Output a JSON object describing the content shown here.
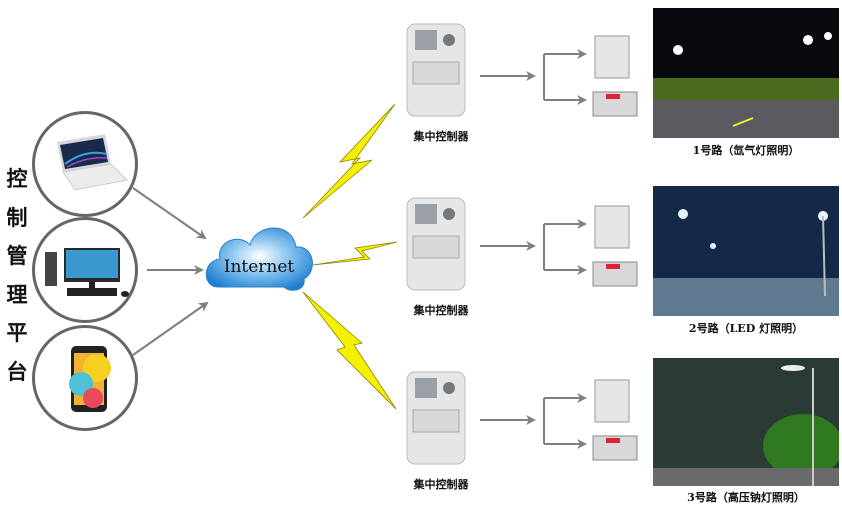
{
  "platform_label": [
    "控",
    "制",
    "管",
    "理",
    "平",
    "台"
  ],
  "devices": [
    {
      "name": "laptop"
    },
    {
      "name": "desktop-computer"
    },
    {
      "name": "smartphone"
    }
  ],
  "cloud": {
    "label": "Internet"
  },
  "controllers": [
    {
      "label": "集中控制器"
    },
    {
      "label": "集中控制器"
    },
    {
      "label": "集中控制器"
    }
  ],
  "roads": [
    {
      "caption": "1号路（氙气灯照明）",
      "scene": "night-road-xenon"
    },
    {
      "caption": "2号路（LED 灯照明）",
      "scene": "night-road-led"
    },
    {
      "caption": "3号路（高压钠灯照明）",
      "scene": "dusk-road-sodium"
    }
  ],
  "colors": {
    "arrow": "#7f7f7f",
    "bolt": "#f5f000",
    "cloud": "#2f8fd8",
    "ring": "#666666"
  }
}
